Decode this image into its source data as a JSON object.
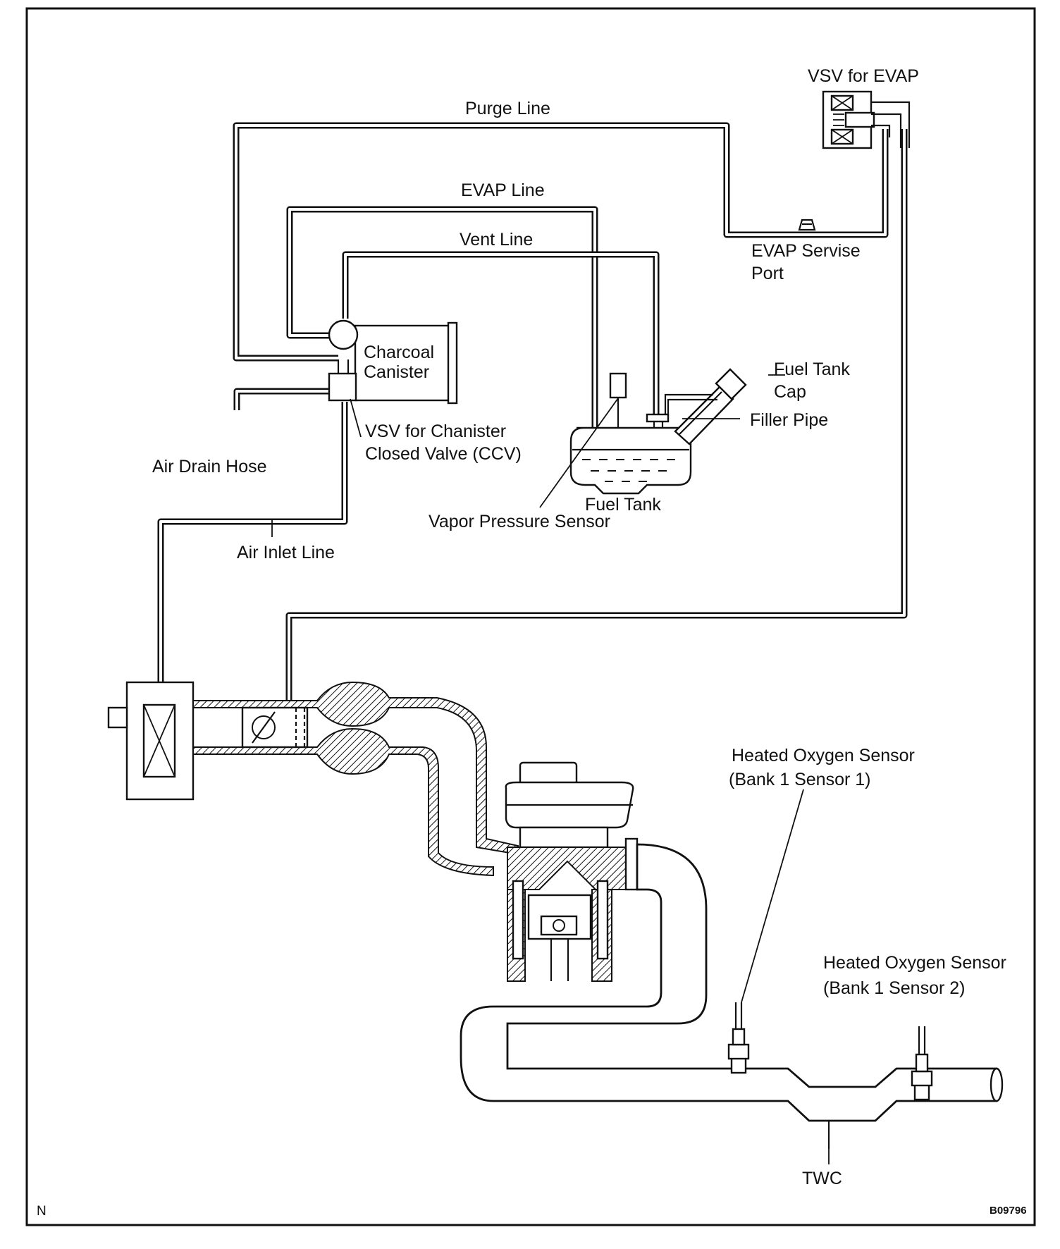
{
  "labels": {
    "vsv_evap": "VSV for EVAP",
    "purge_line": "Purge Line",
    "evap_line": "EVAP Line",
    "vent_line": "Vent Line",
    "evap_service_port_1": "EVAP Servise",
    "evap_service_port_2": "Port",
    "charcoal_canister_1": "Charcoal",
    "charcoal_canister_2": "Canister",
    "fuel_tank_cap_1": "Fuel Tank",
    "fuel_tank_cap_2": "Cap",
    "filler_pipe": "Filler Pipe",
    "vsv_ccv_1": "VSV for Chanister",
    "vsv_ccv_2": "Closed Valve (CCV)",
    "air_drain_hose": "Air Drain Hose",
    "fuel_tank": "Fuel Tank",
    "vapor_pressure_sensor": "Vapor Pressure Sensor",
    "air_inlet_line": "Air Inlet Line",
    "ho2s_s1_1": "Heated Oxygen Sensor",
    "ho2s_s1_2": "(Bank 1 Sensor 1)",
    "ho2s_s2_1": "Heated Oxygen Sensor",
    "ho2s_s2_2": "(Bank 1 Sensor 2)",
    "twc": "TWC",
    "corner_n": "N",
    "figure_code": "B09796"
  }
}
